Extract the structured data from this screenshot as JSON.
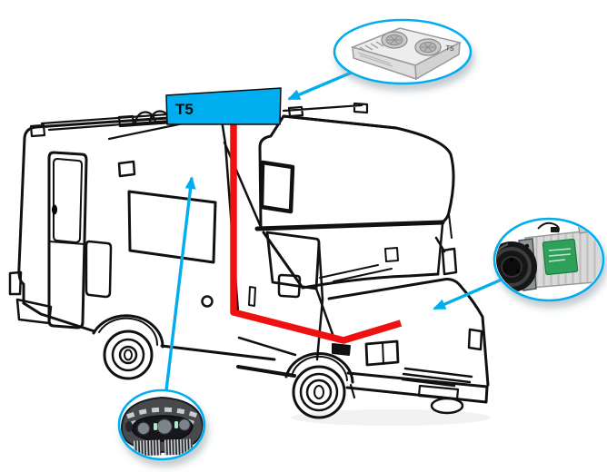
{
  "diagram": {
    "t5_box_label": "T5",
    "rooftop_unit_logo": "T5",
    "components": [
      {
        "id": "rooftop-ac-unit",
        "icon": "rooftop-ac-icon"
      },
      {
        "id": "engine-compressor",
        "icon": "compressor-icon"
      },
      {
        "id": "interior-vent-unit",
        "icon": "interior-vent-icon"
      }
    ],
    "colors": {
      "accent_blue": "#00AEEF",
      "refrigerant_line_red": "#EF1010",
      "outline_black": "#111111"
    }
  }
}
